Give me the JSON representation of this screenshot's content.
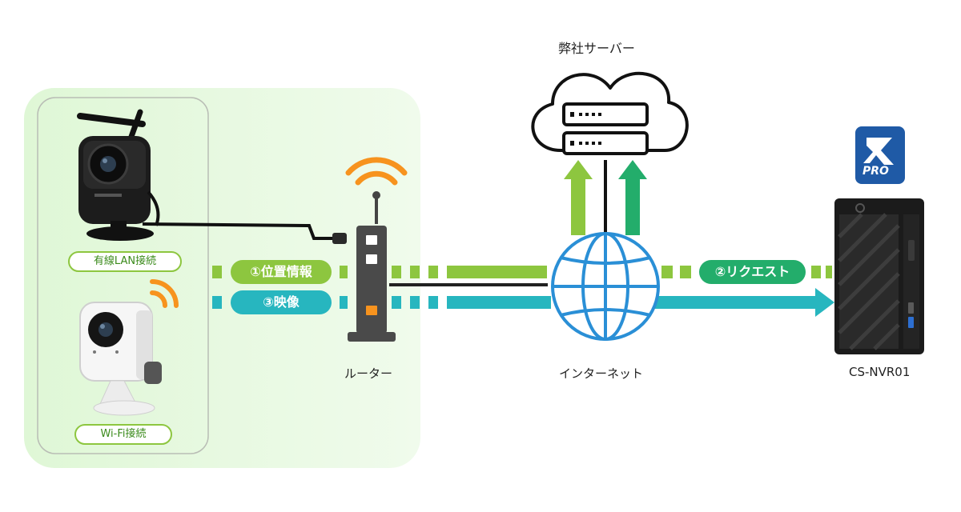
{
  "labels": {
    "server": "弊社サーバー",
    "router": "ルーター",
    "internet": "インターネット",
    "nvr": "CS-NVR01"
  },
  "camera_badges": {
    "wired": "有線LAN接続",
    "wifi": "Wi-Fi接続"
  },
  "flows": {
    "location": "①位置情報",
    "request": "②リクエスト",
    "video": "③映像"
  },
  "logo": {
    "text": "PRO"
  },
  "colors": {
    "green": "#8dc63f",
    "teal": "#27b6bf",
    "dark_green": "#23ad6b",
    "wifi_orange": "#f7931e",
    "zone_bg": "#e6f9df"
  }
}
